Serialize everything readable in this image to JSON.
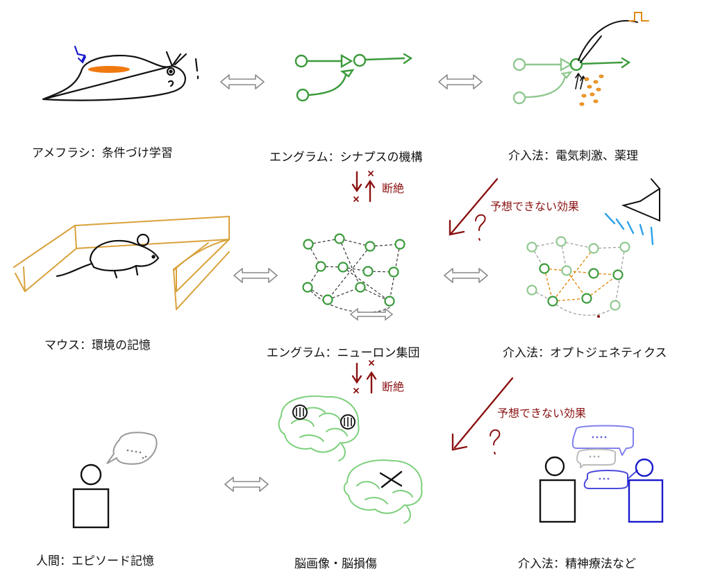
{
  "labels": {
    "aplysia": "アメフラシ：条件づけ学習",
    "engram_synapse": "エングラム：シナプスの機構",
    "intervention_electric": "介入法：電気刺激、薬理",
    "mouse": "マウス：環境の記憶",
    "engram_ensemble": "エングラム：ニューロン集団",
    "intervention_opto": "介入法：オプトジェネティクス",
    "human": "人間：エピソード記憶",
    "brain_imaging": "脳画像・脳損傷",
    "intervention_psycho": "介入法：精神療法など"
  },
  "annotations": {
    "disconnect_1": "断絶",
    "disconnect_2": "断絶",
    "unpredictable_1": "予想できない効果",
    "unpredictable_2": "予想できない効果",
    "question_mark": "?"
  },
  "colors": {
    "neuron_green": "#3a9a3a",
    "neuron_faded": "#90c890",
    "box_gold": "#d9a13a",
    "dark_red": "#8b1111",
    "highlight_orange": "#f07a10",
    "blue_figure": "#1a1acc",
    "light_blue_bubble": "#8080ee",
    "brain_green": "#7ccf7c",
    "arrow_grey": "#888888",
    "light_ray_blue": "#2aa0ea"
  }
}
